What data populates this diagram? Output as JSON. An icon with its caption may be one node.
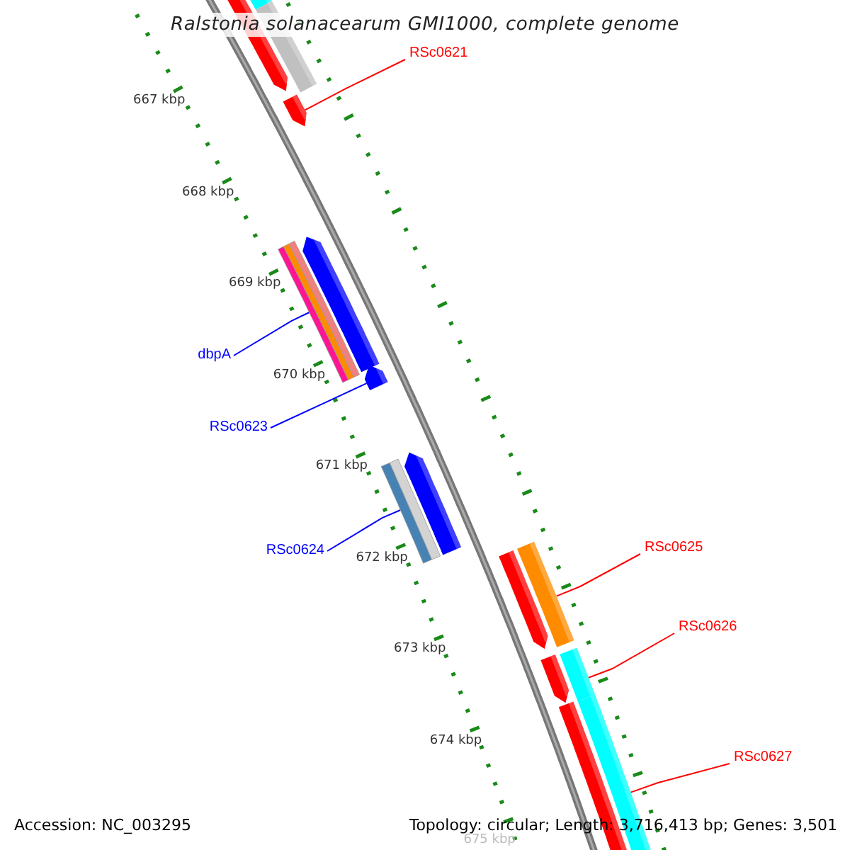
{
  "diagram": {
    "title": "Ralstonia solanacearum GMI1000, complete genome",
    "nodes": [
      {
        "text": [
          "RSc0621"
        ]
      },
      {
        "text": [],
        "shape": "bar"
      },
      {
        "text": [
          "dbpA"
        ]
      },
      {
        "text": [],
        "shape": "bar"
      },
      {
        "text": [
          "RSc0623"
        ]
      },
      {
        "text": [],
        "shape": "bar"
      },
      {
        "text": [
          "RSc0624"
        ]
      },
      {
        "text": [],
        "shape": "bar"
      },
      {
        "text": [
          "RSc0625"
        ]
      },
      {
        "text": [],
        "shape": "bar"
      },
      {
        "text": [
          "RSc0626"
        ]
      },
      {
        "text": [],
        "shape": "bar"
      },
      {
        "text": [
          "RSc0627"
        ]
      },
      {
        "text": [],
        "shape": "bar"
      }
    ],
    "edges": [
      {
        "from": 0,
        "to": 1,
        "arrow": "none"
      },
      {
        "from": 2,
        "to": 3,
        "arrow": "none",
        "color": "#0000ff"
      },
      {
        "from": 4,
        "to": 5,
        "arrow": "none",
        "color": "#0000ff"
      },
      {
        "from": 6,
        "to": 7,
        "arrow": "none",
        "color": "#0000ff"
      },
      {
        "from": 8,
        "to": 9,
        "arrow": "none"
      },
      {
        "from": 10,
        "to": 11,
        "arrow": "none"
      },
      {
        "from": 12,
        "to": 13,
        "arrow": "none"
      }
    ],
    "labels": [
      "667 kbp",
      "668 kbp",
      "669 kbp",
      "670 kbp",
      "671 kbp",
      "672 kbp",
      "673 kbp",
      "674 kbp",
      "675 kbp",
      "Accession: NC_003295",
      "Topology: circular; Length: 3,716,413 bp; Genes: 3,501"
    ]
  }
}
